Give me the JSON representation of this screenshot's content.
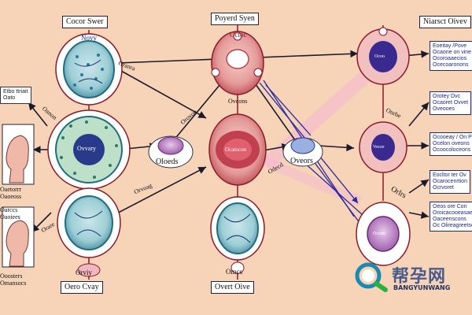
{
  "boxes": {
    "top_left": "Cocor Swer",
    "top_center": "Poyerd Syen",
    "top_right": "Niarsct Oivev",
    "bottom_left": "Oero Cvay",
    "bottom_center": "Overt Oive"
  },
  "labels": {
    "left_cell_top": "Novy",
    "left_cell_mid": "Ovvary",
    "left_cell_bottom": "Orviy",
    "center_oval": "Ocatocon",
    "center_top_cell": "Octoc",
    "right_top": "Ocoo",
    "right_mid": "Vocee",
    "right_bottom": "Ocrant",
    "small_left": "Oloeds",
    "small_mid": "Oveors",
    "annot_a": "Oranra",
    "annot_b": "Ovcons",
    "annot_c": "Orovoo",
    "annot_d": "Orvoag",
    "annot_e": "Oanon",
    "annot_f": "Orare",
    "annot_g": "Odecd",
    "annot_h": "Onrbe",
    "annot_i": "Orlrs",
    "annot_j": "Omcs"
  },
  "left_panel": {
    "top_text": [
      "Etbo ttriait",
      "Oato"
    ],
    "mid_text": [
      "Oaetorrr",
      "Oaoeoss"
    ],
    "lower_text": [
      "Oarccs",
      "Oaoiees"
    ],
    "bottom_text": [
      "Ooosters",
      "Omansocs"
    ]
  },
  "right_info": [
    [
      "Eoeitay /Pove",
      "Ocaone on vine",
      "Ocoroaaecios",
      "Ocecoaronons"
    ],
    [
      "Orotey Dvc",
      "Ocaoret Ovvet",
      "Oveooes"
    ],
    [
      "Ocooeay / On Pe",
      "Ocelon oveons",
      "Ocoocoloceons"
    ],
    [
      "Eocltor ter Ov",
      "Ocarocenrtion",
      "Ocrvoret"
    ],
    [
      "Oeos ore Con",
      "Oroicacooeasaeot",
      "Oaceenscons",
      "Oc Olireagreetse"
    ]
  ],
  "watermark": {
    "text": "帮孕网",
    "sub": "BANGYUNWANG"
  },
  "colors": {
    "background": "#f7d4b8",
    "arrow_dark": "#1a1a2a",
    "arrow_blue": "#2a2aa0",
    "cell_teal": "#1f6e7e",
    "cell_red": "#c04050",
    "nucleus_blue": "#2a2a8a"
  }
}
